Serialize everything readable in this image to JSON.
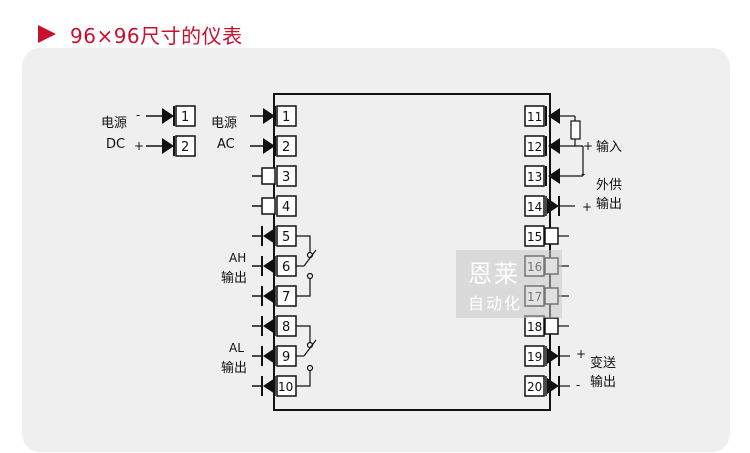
{
  "header": {
    "title": "96×96尺寸的仪表",
    "accent_color": "#c8102e"
  },
  "dc_power": {
    "label_line1": "电源",
    "label_line2": "DC",
    "minus": "-",
    "plus": "+",
    "terminals": [
      "1",
      "2"
    ]
  },
  "ac_power": {
    "label_line1": "电源",
    "label_line2": "AC"
  },
  "left_terminals": [
    "1",
    "2",
    "3",
    "4",
    "5",
    "6",
    "7",
    "8",
    "9",
    "10"
  ],
  "right_terminals": [
    "11",
    "12",
    "13",
    "14",
    "15",
    "16",
    "17",
    "18",
    "19",
    "20"
  ],
  "ah_output": {
    "line1": "AH",
    "line2": "输出"
  },
  "al_output": {
    "line1": "AL",
    "line2": "输出"
  },
  "input_label": {
    "sign": "+",
    "text": "输入"
  },
  "external_supply": {
    "minus": "-",
    "plus": "+",
    "line1": "外供",
    "line2": "输出"
  },
  "transmit_output": {
    "plus": "+",
    "minus": "-",
    "line1": "变送",
    "line2": "输出"
  },
  "watermark": {
    "line1": "恩莱",
    "line2": "自动化"
  }
}
